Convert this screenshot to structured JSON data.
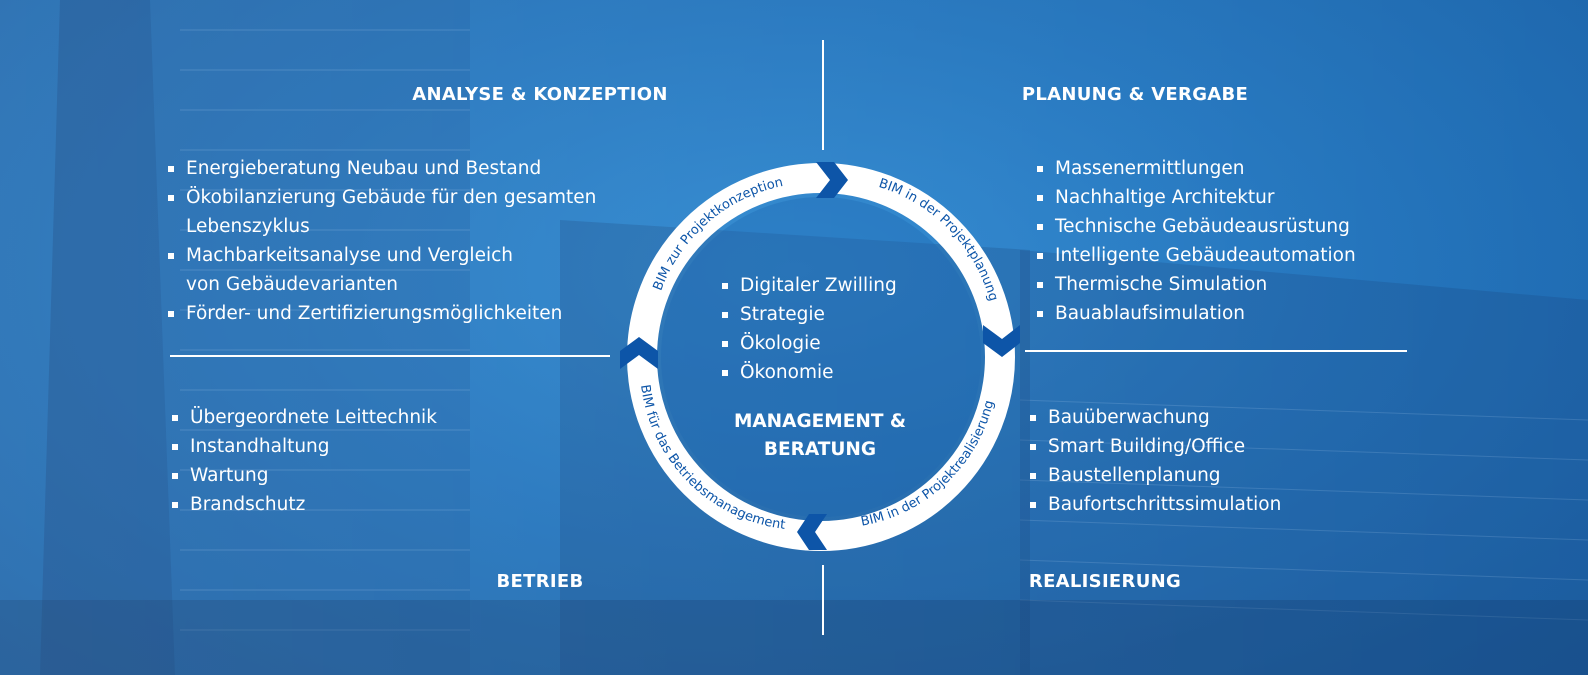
{
  "colors": {
    "background": "#1f73bd",
    "accent": "#0d55a8",
    "text": "#ffffff"
  },
  "quadrants": {
    "top_left": {
      "title": "ANALYSE & KONZEPTION",
      "items": [
        "Energieberatung Neubau und Bestand",
        "Ökobilanzierung Gebäude für den gesamten",
        "Machbarkeitsanalyse und Vergleich",
        "Förder- und Zertifizierungsmöglichkeiten"
      ],
      "items_cont": [
        "Lebenszyklus",
        "von Gebäudevarianten"
      ]
    },
    "top_right": {
      "title": "PLANUNG & VERGABE",
      "items": [
        "Massenermittlungen",
        "Nachhaltige Architektur",
        "Technische Gebäudeausrüstung",
        "Intelligente Gebäudeautomation",
        "Thermische Simulation",
        "Bauablaufsimulation"
      ]
    },
    "bottom_left": {
      "title": "BETRIEB",
      "items": [
        "Übergeordnete Leittechnik",
        "Instandhaltung",
        "Wartung",
        "Brandschutz"
      ]
    },
    "bottom_right": {
      "title": "REALISIERUNG",
      "items": [
        "Bauüberwachung",
        "Smart Building/Office",
        "Baustellenplanung",
        "Baufortschrittssimulation"
      ]
    }
  },
  "ring": {
    "top_left": "BIM zur Projektkonzeption",
    "top_right": "BIM in der Projektplanung",
    "bottom_right": "BIM in der Projektrealisierung",
    "bottom_left": "BIM für das Betriebsmanagement"
  },
  "center": {
    "items": [
      "Digitaler Zwilling",
      "Strategie",
      "Ökologie",
      "Ökonomie"
    ],
    "title_line1": "MANAGEMENT &",
    "title_line2": "BERATUNG"
  }
}
